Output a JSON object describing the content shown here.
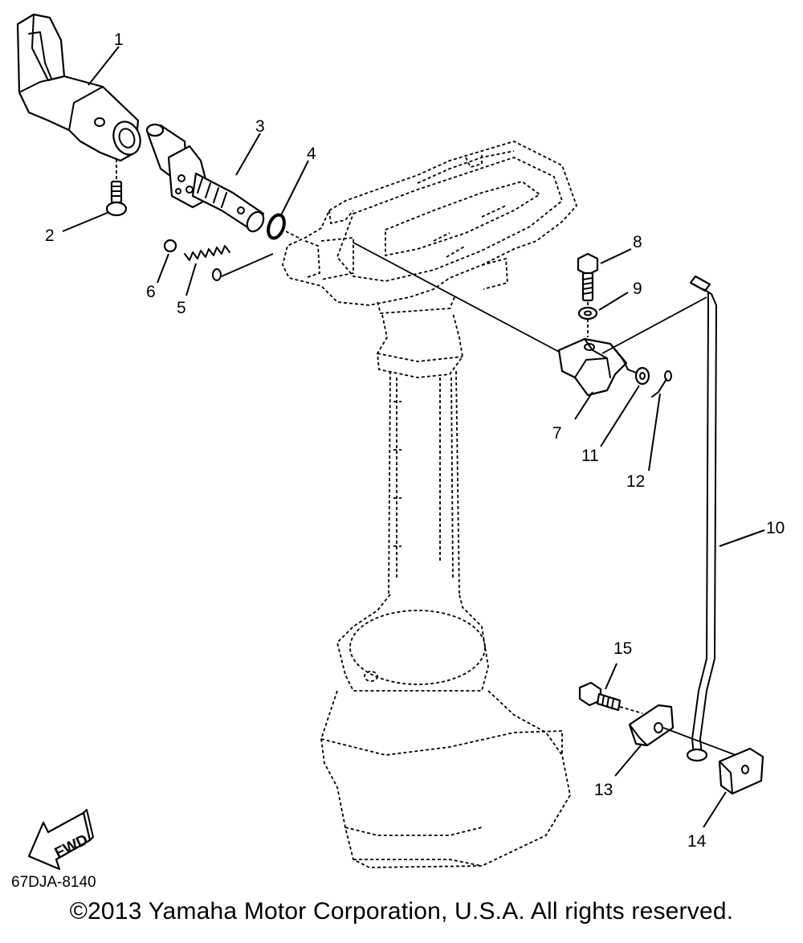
{
  "diagram": {
    "drawing_code": "67DJA-8140",
    "direction_label": "FWD",
    "callouts": [
      "1",
      "2",
      "3",
      "4",
      "5",
      "6",
      "7",
      "8",
      "9",
      "10",
      "11",
      "12",
      "13",
      "14",
      "15"
    ]
  },
  "copyright": "©2013 Yamaha Motor Corporation, U.S.A. All rights reserved."
}
